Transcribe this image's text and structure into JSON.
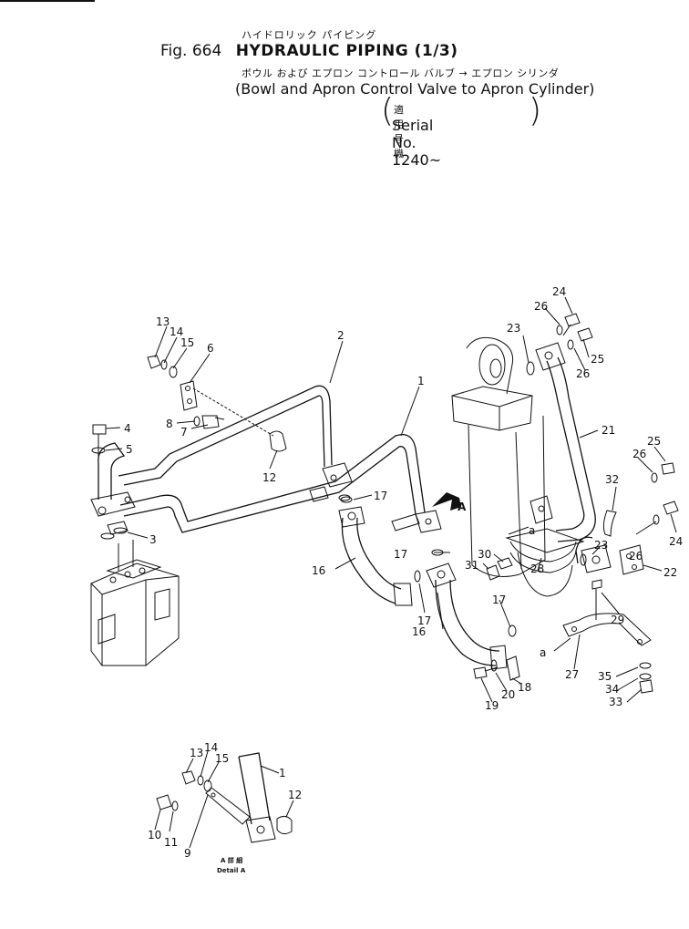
{
  "header": {
    "fig_no": "Fig. 664",
    "title_en": "HYDRAULIC PIPING (1/3)",
    "title_jp": "ハイドロリック パイピング",
    "subtitle_jp": "ボウル および エプロン コントロール バルブ → エプロン シリンダ",
    "subtitle_en": "(Bowl and Apron Control Valve to Apron Cylinder)",
    "applicable_jp": "適用号機",
    "serial": "Serial No. 1240~"
  },
  "detail": {
    "label_jp": "A 詳 細",
    "label_en": "Detail A",
    "arrow_label": "A"
  },
  "callouts": {
    "p1": "1",
    "p2": "2",
    "p3": "3",
    "p4": "4",
    "p5": "5",
    "p6": "6",
    "p7": "7",
    "p8": "8",
    "p9": "9",
    "p10": "10",
    "p11": "11",
    "p12": "12",
    "p13": "13",
    "p14": "14",
    "p15": "15",
    "p16": "16",
    "p17": "17",
    "p18": "18",
    "p19": "19",
    "p20": "20",
    "p21": "21",
    "p22": "22",
    "p23": "23",
    "p24": "24",
    "p25": "25",
    "p26": "26",
    "p27": "27",
    "p28": "28",
    "p29": "29",
    "p30": "30",
    "p31": "31",
    "p32": "32",
    "p33": "33",
    "p34": "34",
    "p35": "35",
    "a": "a"
  }
}
